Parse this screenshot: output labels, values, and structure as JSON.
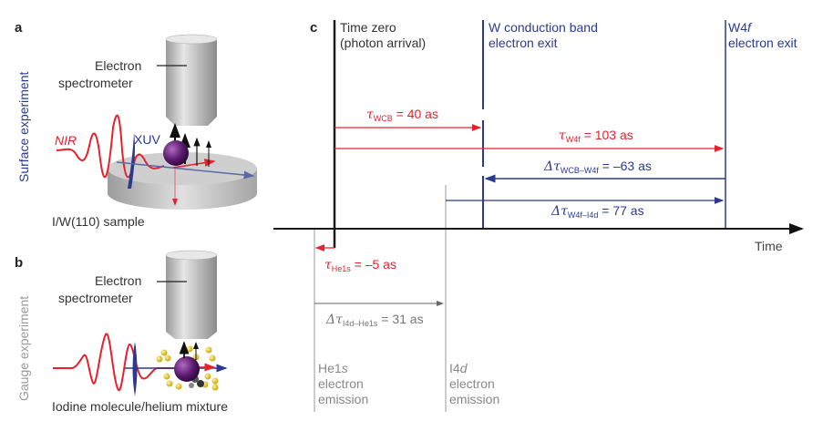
{
  "panels": {
    "a": {
      "letter": "a",
      "side_label": "Surface experiment",
      "spectrometer_label_1": "Electron",
      "spectrometer_label_2": "spectrometer",
      "nir_label": "NIR",
      "xuv_label": "XUV",
      "sample_label": "I/W(110) sample"
    },
    "b": {
      "letter": "b",
      "side_label": "Gauge experiment",
      "spectrometer_label_1": "Electron",
      "spectrometer_label_2": "spectrometer",
      "mixture_label": "Iodine molecule/helium mixture"
    },
    "c": {
      "letter": "c",
      "axis_label": "Time",
      "events": [
        {
          "line1": "Time zero",
          "line2": "(photon arrival)",
          "color": "#222222"
        },
        {
          "line1": "W conduction band",
          "line2": "electron exit",
          "color": "#2b3a8f"
        },
        {
          "line1": "W4",
          "line1_italic": "f",
          "line2": "electron exit",
          "color": "#2b3a8f"
        },
        {
          "line1": "He1",
          "line1_italic": "s",
          "line2": "electron",
          "line3": "emission",
          "color": "#888888"
        },
        {
          "line1": "I4",
          "line1_italic": "d",
          "line2": "electron",
          "line3": "emission",
          "color": "#888888"
        }
      ],
      "delays": [
        {
          "symbol": "τ",
          "subscript": "WCB",
          "value": "= 40 as",
          "color": "#e8202e"
        },
        {
          "symbol": "τ",
          "subscript": "W4f",
          "value": "= 103 as",
          "color": "#e8202e"
        },
        {
          "symbol": "Δτ",
          "subscript": "WCB–W4f",
          "value": "= –63 as",
          "color": "#2b3a8f"
        },
        {
          "symbol": "Δτ",
          "subscript": "W4f–I4d",
          "value": "= 77 as",
          "color": "#2b3a8f"
        },
        {
          "symbol": "τ",
          "subscript": "He1s",
          "value": "= –5 as",
          "color": "#e8202e"
        },
        {
          "symbol": "Δτ",
          "subscript": "I4d–He1s",
          "value": "= 31 as",
          "color": "#777777"
        }
      ]
    }
  },
  "colors": {
    "red": "#e8202e",
    "blue": "#2b3a8f",
    "gray": "#888888",
    "black": "#222222",
    "purple": "#5a1a6e",
    "yellow": "#e8c81a"
  }
}
